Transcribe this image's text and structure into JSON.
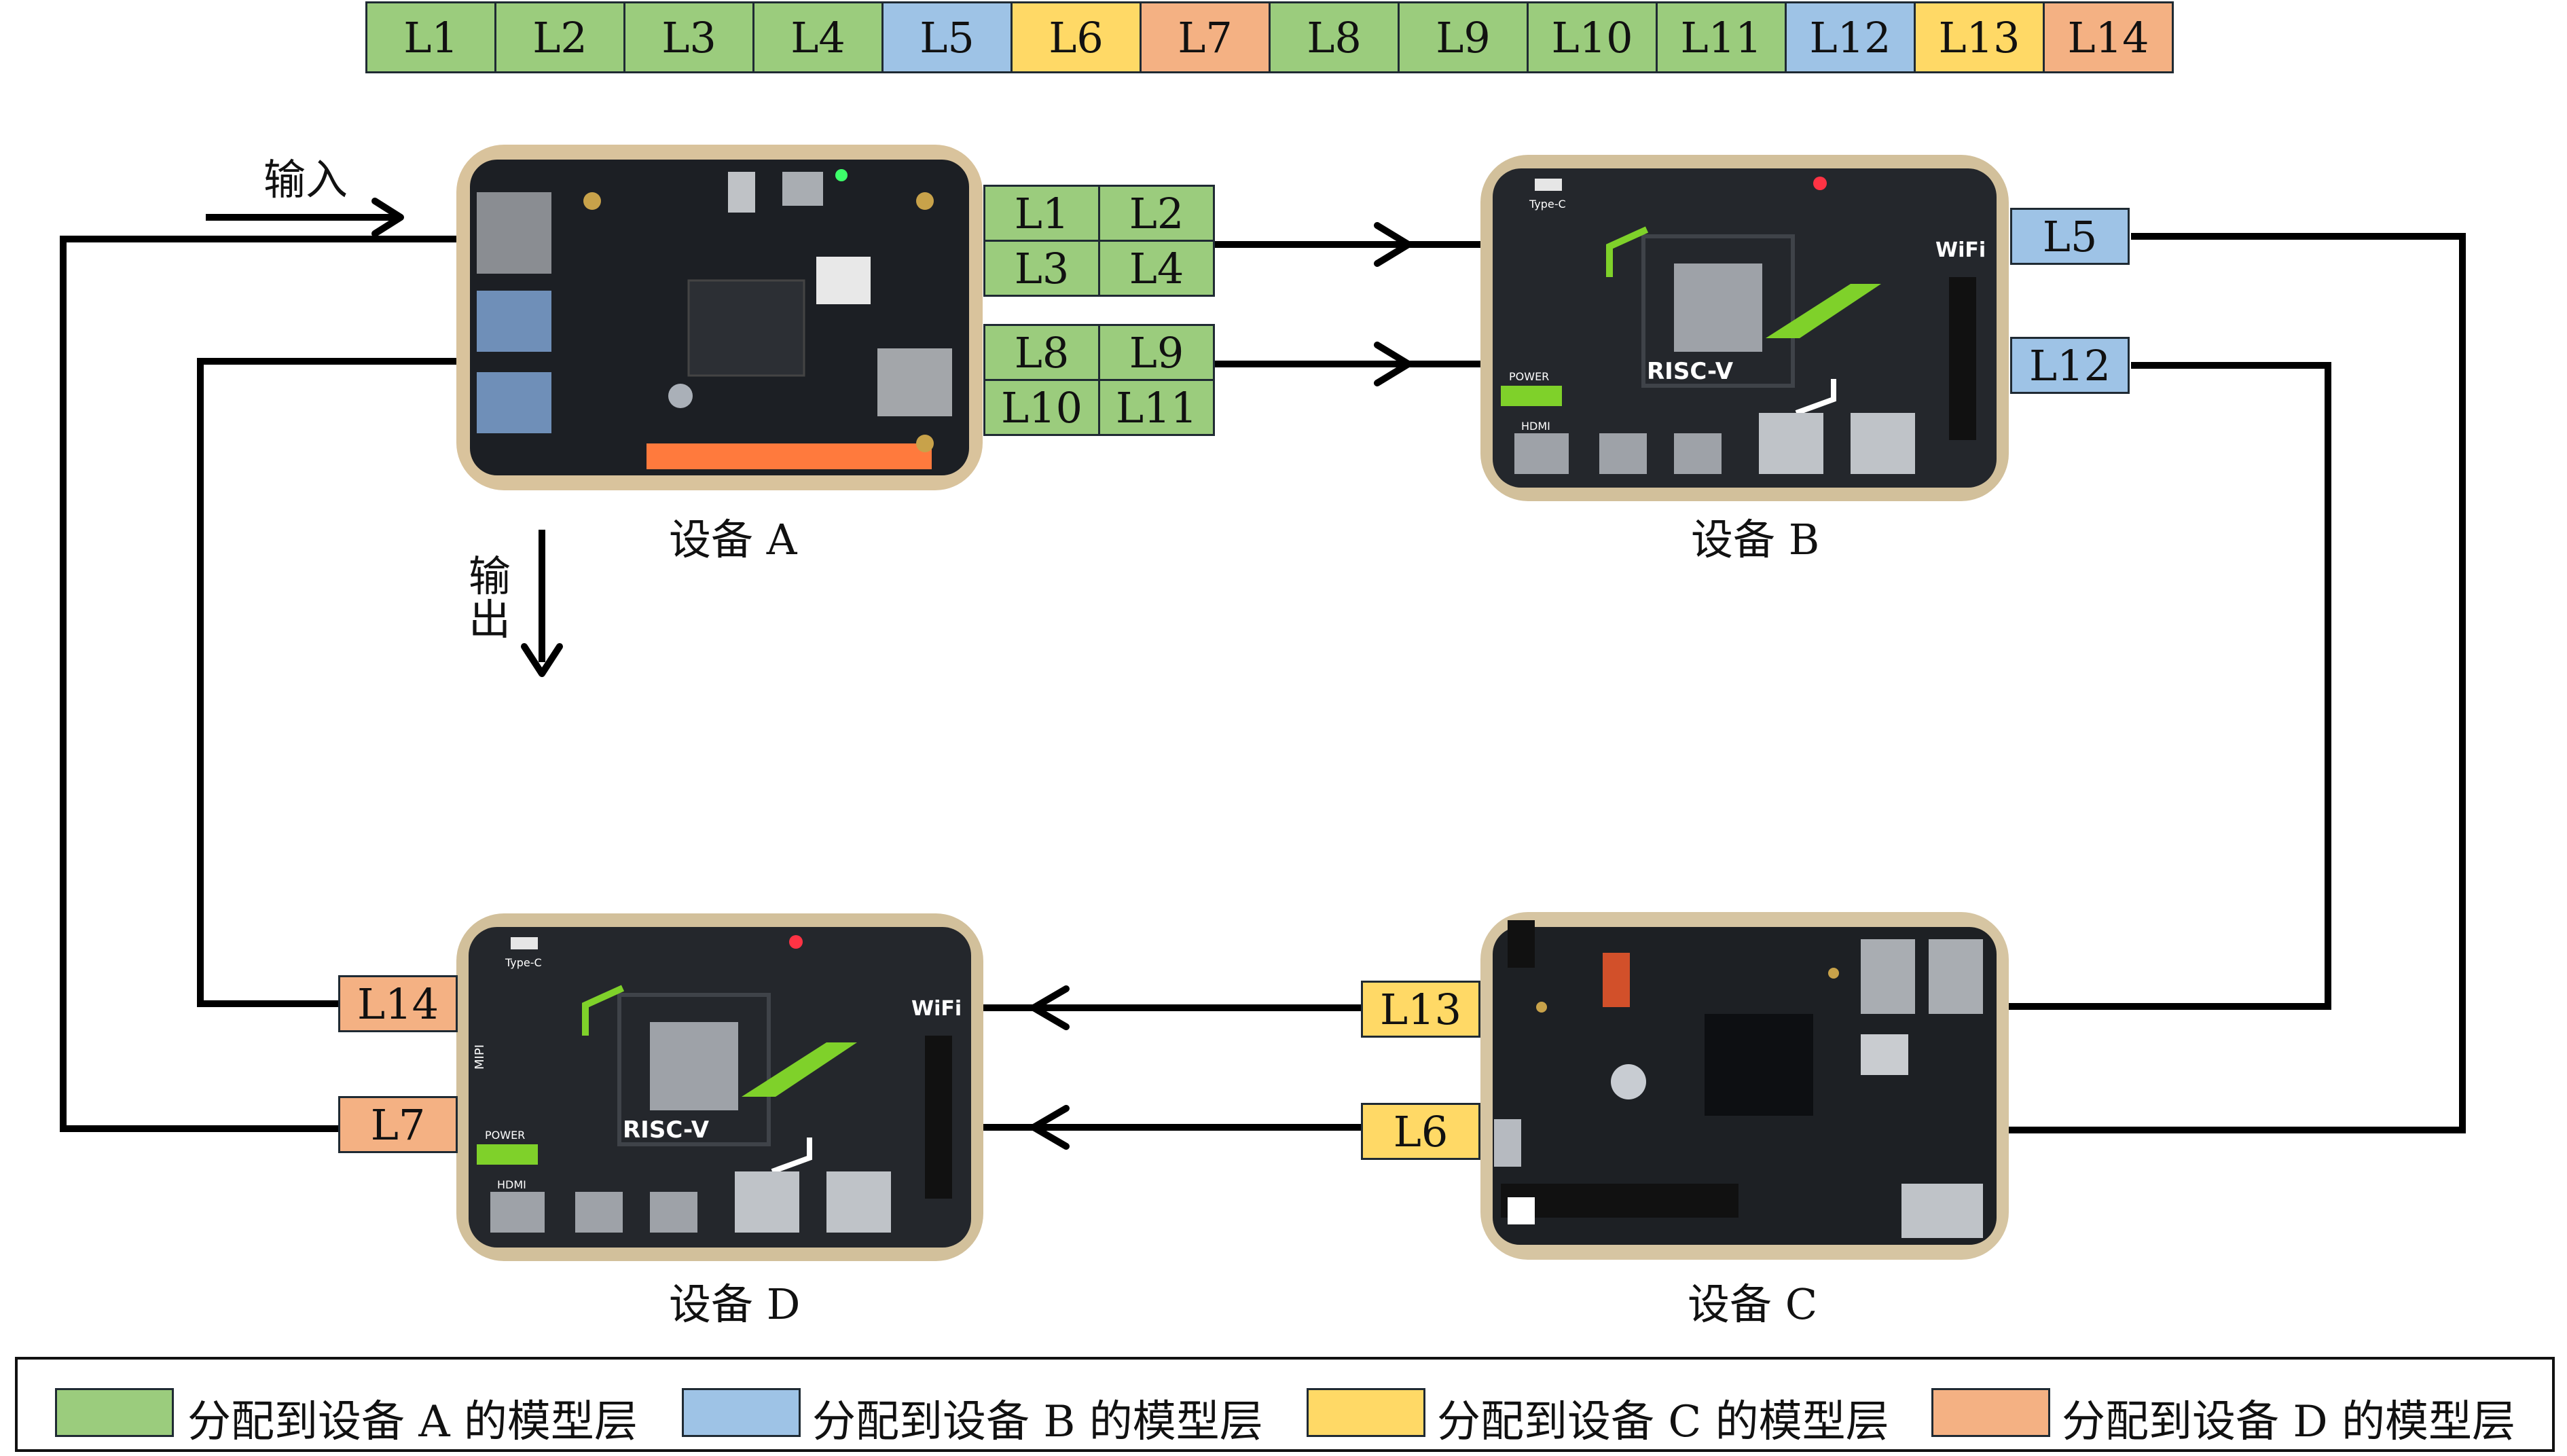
{
  "colors": {
    "device_a": "#9bcc7d",
    "device_b": "#9ec3e6",
    "device_c": "#ffd966",
    "device_d": "#f4b183",
    "line": "#000000",
    "border": "#1f2a33"
  },
  "layer_strip": [
    {
      "label": "L1",
      "device": "A"
    },
    {
      "label": "L2",
      "device": "A"
    },
    {
      "label": "L3",
      "device": "A"
    },
    {
      "label": "L4",
      "device": "A"
    },
    {
      "label": "L5",
      "device": "B"
    },
    {
      "label": "L6",
      "device": "C"
    },
    {
      "label": "L7",
      "device": "D"
    },
    {
      "label": "L8",
      "device": "A"
    },
    {
      "label": "L9",
      "device": "A"
    },
    {
      "label": "L10",
      "device": "A"
    },
    {
      "label": "L11",
      "device": "A"
    },
    {
      "label": "L12",
      "device": "B"
    },
    {
      "label": "L13",
      "device": "C"
    },
    {
      "label": "L14",
      "device": "D"
    }
  ],
  "devices": {
    "a": {
      "label": "设备 A"
    },
    "b": {
      "label": "设备 B"
    },
    "c": {
      "label": "设备 C"
    },
    "d": {
      "label": "设备 D"
    }
  },
  "io": {
    "input": "输入",
    "output_1": "输",
    "output_2": "出"
  },
  "chips": {
    "a_group1": [
      "L1",
      "L2",
      "L3",
      "L4"
    ],
    "a_group2": [
      "L8",
      "L9",
      "L10",
      "L11"
    ],
    "b_out1": "L5",
    "b_out2": "L12",
    "c_out1": "L13",
    "c_out2": "L6",
    "d_out1": "L14",
    "d_out2": "L7"
  },
  "board_marks": {
    "risc_v": "RISC-V",
    "wifi": "WiFi",
    "type_c": "Type-C",
    "mipi": "MIPI",
    "power": "POWER",
    "hdmi": "HDMI"
  },
  "legend": [
    {
      "text": "分配到设备 A 的模型层",
      "device": "A"
    },
    {
      "text": "分配到设备 B 的模型层",
      "device": "B"
    },
    {
      "text": "分配到设备 C 的模型层",
      "device": "C"
    },
    {
      "text": "分配到设备 D 的模型层",
      "device": "D"
    }
  ]
}
